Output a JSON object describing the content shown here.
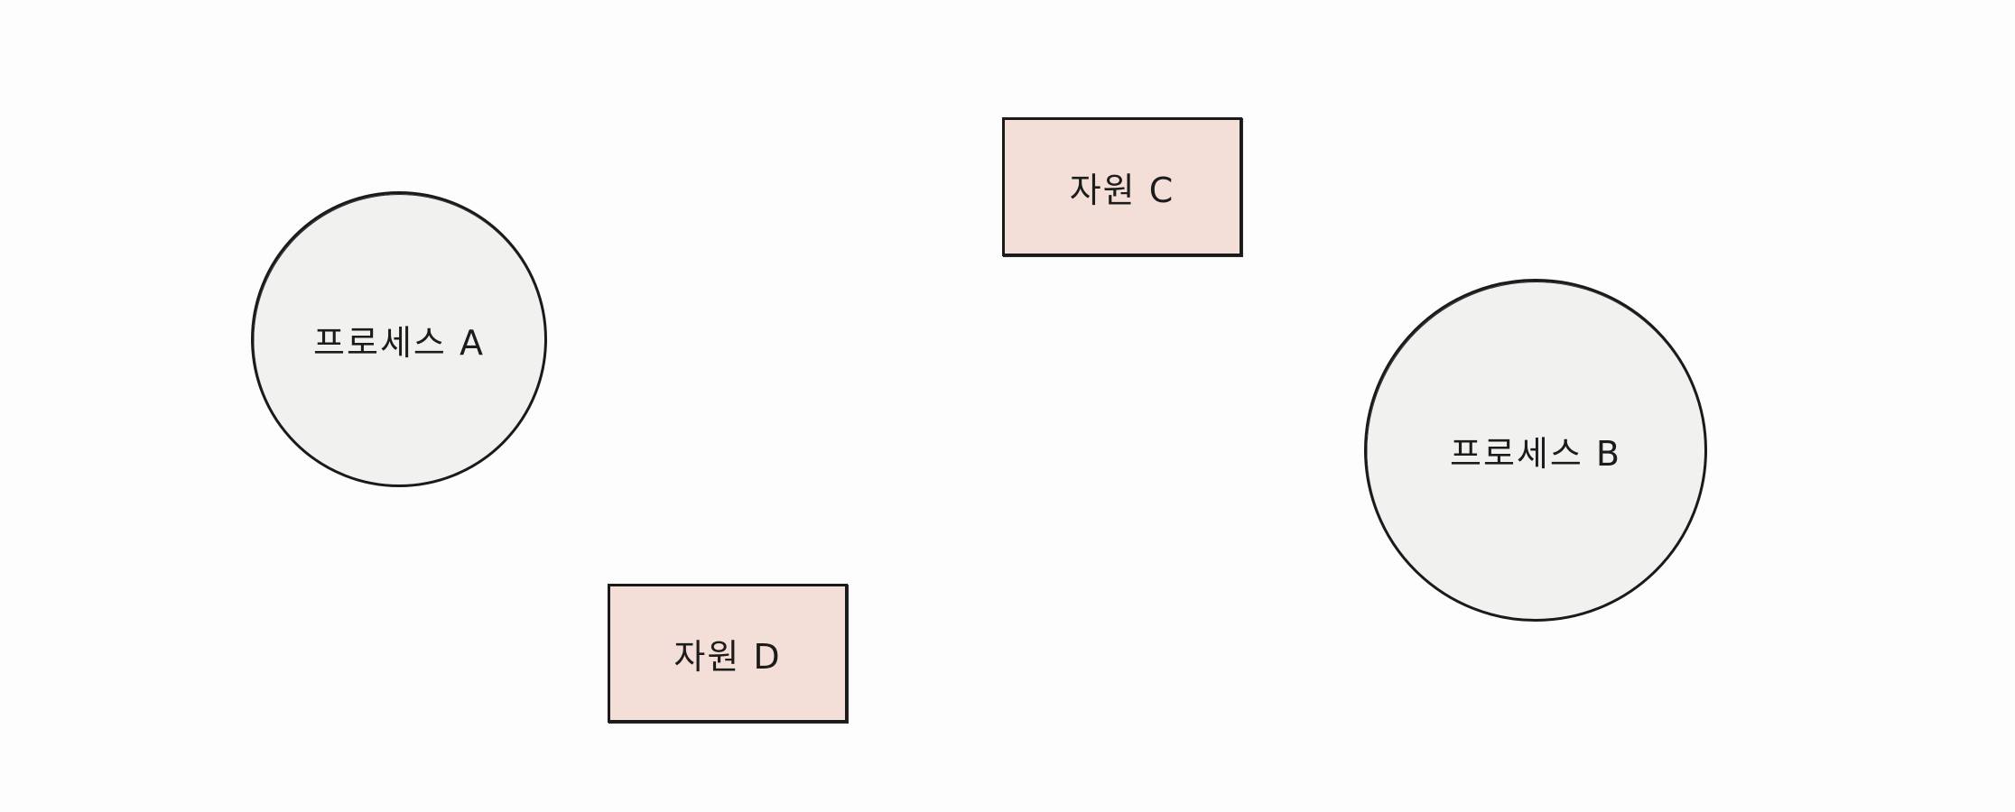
{
  "diagram": {
    "processes": [
      {
        "id": "A",
        "label": "프로세스 A"
      },
      {
        "id": "B",
        "label": "프로세스 B"
      }
    ],
    "resources": [
      {
        "id": "C",
        "label": "자원 C"
      },
      {
        "id": "D",
        "label": "자원 D"
      }
    ],
    "colors": {
      "background": "#fdfdfd",
      "process_fill": "#f1f1f0",
      "resource_fill": "#f3dfd8",
      "outline": "#1a1a1a"
    }
  }
}
